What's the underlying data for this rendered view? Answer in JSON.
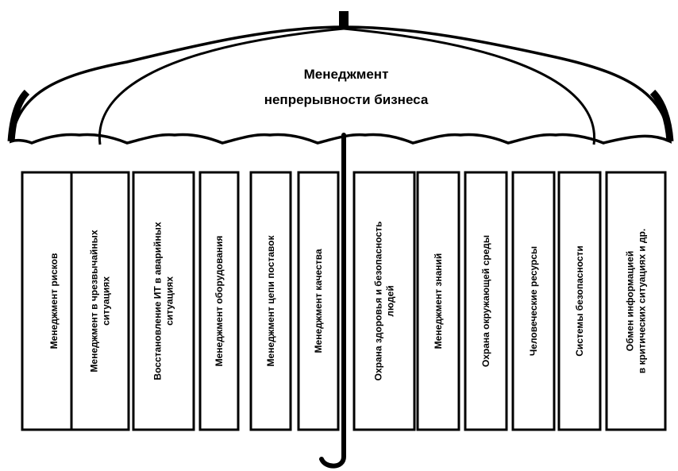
{
  "title": {
    "line1": "Менеджмент",
    "line2": "непрерывности бизнеса"
  },
  "pillars": [
    {
      "lines": [
        "Менеджмент рисков"
      ]
    },
    {
      "lines": [
        "Менеджмент в чрезвычайных",
        "ситуациях"
      ]
    },
    {
      "lines": [
        "Восстановление ИТ в аварийных",
        "ситуациях"
      ]
    },
    {
      "lines": [
        "Менеджмент оборудования"
      ]
    },
    {
      "lines": [
        "Менеджмент цепи поставок"
      ]
    },
    {
      "lines": [
        "Менеджмент качества"
      ]
    },
    {
      "lines": [
        "Охрана здоровья и безопасность",
        "людей"
      ]
    },
    {
      "lines": [
        "Менеджмент знаний"
      ]
    },
    {
      "lines": [
        "Охрана окружающей среды"
      ]
    },
    {
      "lines": [
        "Человеческие ресурсы"
      ]
    },
    {
      "lines": [
        "Системы безопасности"
      ]
    },
    {
      "lines": [
        "Обмен информацией",
        "в критических ситуациях и др."
      ]
    }
  ]
}
